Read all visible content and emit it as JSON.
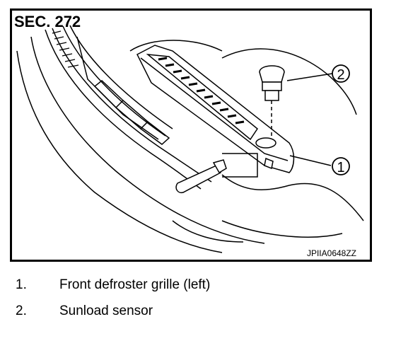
{
  "figure": {
    "section_label": "SEC. 272",
    "image_code": "JPIIA0648ZZ",
    "callouts": [
      "2",
      "1"
    ]
  },
  "legend": [
    {
      "number": "1.",
      "text": "Front defroster grille (left)"
    },
    {
      "number": "2.",
      "text": "Sunload sensor"
    }
  ]
}
